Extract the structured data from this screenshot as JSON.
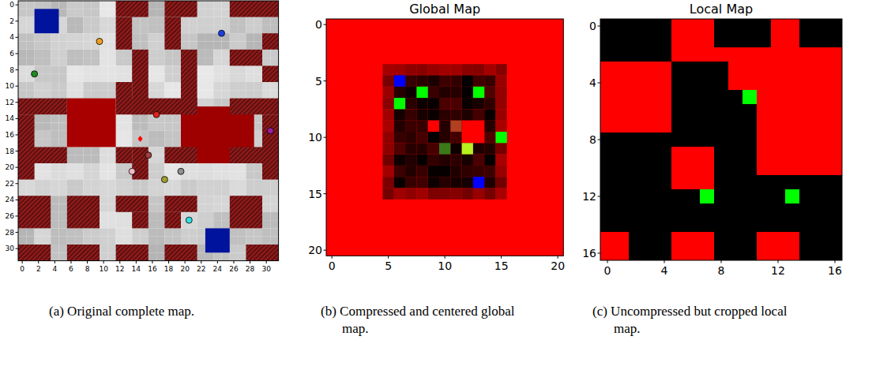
{
  "diagram": {
    "labels": [
      "0",
      "2",
      "4",
      "6",
      "8",
      "10",
      "12",
      "14",
      "16",
      "18",
      "20",
      "22",
      "24",
      "26",
      "28",
      "30",
      "0",
      "2",
      "4",
      "6",
      "8",
      "10",
      "12",
      "14",
      "16",
      "18",
      "20",
      "22",
      "24",
      "26",
      "28",
      "30",
      "Global Map",
      "0",
      "5",
      "10",
      "15",
      "20",
      "0",
      "5",
      "10",
      "15",
      "20",
      "Local Map",
      "0",
      "4",
      "8",
      "12",
      "16",
      "0",
      "4",
      "8",
      "12",
      "16",
      "(a) Original complete map.",
      "(b) Compressed and centered global map.",
      "(c) Uncompressed but cropped local map."
    ]
  }
}
